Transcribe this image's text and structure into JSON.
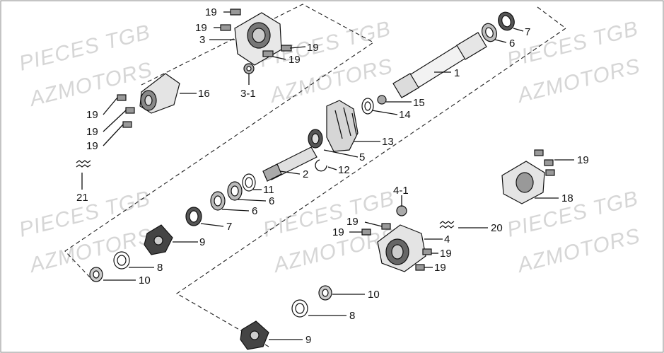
{
  "watermark": {
    "line1": "PIECES TGB",
    "line2": "AZMOTORS"
  },
  "part_labels": [
    {
      "id": "l19a",
      "text": "19"
    },
    {
      "id": "l19b",
      "text": "19"
    },
    {
      "id": "l3",
      "text": "3"
    },
    {
      "id": "l19c",
      "text": "19"
    },
    {
      "id": "l19d",
      "text": "19"
    },
    {
      "id": "l3-1",
      "text": "3-1"
    },
    {
      "id": "l16",
      "text": "16"
    },
    {
      "id": "l19e",
      "text": "19"
    },
    {
      "id": "l19f",
      "text": "19"
    },
    {
      "id": "l19g",
      "text": "19"
    },
    {
      "id": "l21",
      "text": "21"
    },
    {
      "id": "l7a",
      "text": "7"
    },
    {
      "id": "l6a",
      "text": "6"
    },
    {
      "id": "l1",
      "text": "1"
    },
    {
      "id": "l15",
      "text": "15"
    },
    {
      "id": "l14",
      "text": "14"
    },
    {
      "id": "l13",
      "text": "13"
    },
    {
      "id": "l5",
      "text": "5"
    },
    {
      "id": "l12",
      "text": "12"
    },
    {
      "id": "l2",
      "text": "2"
    },
    {
      "id": "l11",
      "text": "11"
    },
    {
      "id": "l6b",
      "text": "6"
    },
    {
      "id": "l6c",
      "text": "6"
    },
    {
      "id": "l7b",
      "text": "7"
    },
    {
      "id": "l9a",
      "text": "9"
    },
    {
      "id": "l8a",
      "text": "8"
    },
    {
      "id": "l10a",
      "text": "10"
    },
    {
      "id": "l4-1",
      "text": "4-1"
    },
    {
      "id": "l19h",
      "text": "19"
    },
    {
      "id": "l19i",
      "text": "19"
    },
    {
      "id": "l4",
      "text": "4"
    },
    {
      "id": "l19j",
      "text": "19"
    },
    {
      "id": "l19k",
      "text": "19"
    },
    {
      "id": "l20",
      "text": "20"
    },
    {
      "id": "l19l",
      "text": "19"
    },
    {
      "id": "l18",
      "text": "18"
    },
    {
      "id": "l10b",
      "text": "10"
    },
    {
      "id": "l8b",
      "text": "8"
    },
    {
      "id": "l9b",
      "text": "9"
    }
  ]
}
